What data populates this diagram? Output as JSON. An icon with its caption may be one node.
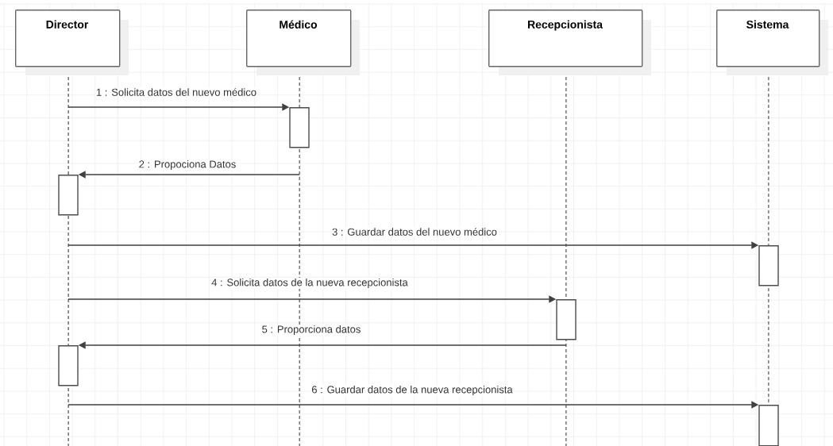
{
  "diagram": {
    "nodes": [
      {
        "text": [
          "Director"
        ]
      },
      {
        "text": [
          "Médico"
        ]
      },
      {
        "text": [
          "Recepcionista"
        ]
      },
      {
        "text": [
          "Sistema"
        ]
      },
      {
        "text": [],
        "shape": "line"
      },
      {
        "text": [],
        "shape": "line"
      },
      {
        "text": [],
        "shape": "line"
      },
      {
        "text": [],
        "shape": "line"
      },
      {
        "text": [],
        "shape": "bar"
      },
      {
        "text": [],
        "shape": "bar"
      },
      {
        "text": [],
        "shape": "bar"
      },
      {
        "text": [],
        "shape": "bar"
      },
      {
        "text": [],
        "shape": "bar"
      },
      {
        "text": [],
        "shape": "bar"
      }
    ],
    "edges": [
      {
        "from": 4,
        "to": 8,
        "arrow": "to",
        "label": "1 : Solicita datos del nuevo médico"
      },
      {
        "from": 5,
        "to": 9,
        "arrow": "to",
        "label": "2 : Propociona Datos"
      },
      {
        "from": 4,
        "to": 10,
        "arrow": "to",
        "label": "3 : Guardar datos del nuevo médico"
      },
      {
        "from": 4,
        "to": 11,
        "arrow": "to",
        "label": "4 : Solicita datos de la nueva recepcionista"
      },
      {
        "from": 6,
        "to": 12,
        "arrow": "to",
        "label": "5 : Proporciona datos"
      },
      {
        "from": 4,
        "to": 13,
        "arrow": "to",
        "label": "6 : Guardar datos de la nueva recepcionista"
      }
    ]
  }
}
